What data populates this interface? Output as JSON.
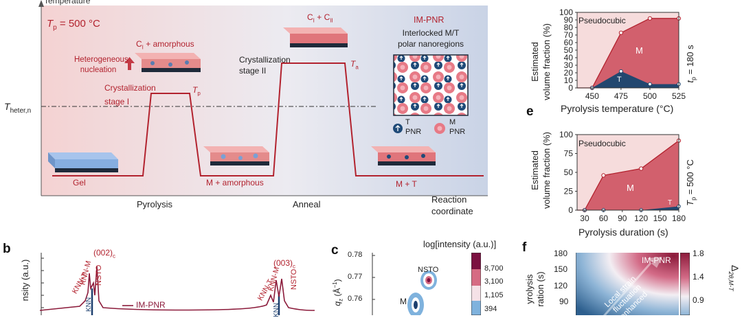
{
  "panel_a": {
    "y_axis_label": "Temperature",
    "tp_label": "T",
    "tp_sub": "p",
    "tp_value": " = 500 °C",
    "theter_main": "T",
    "theter_sub": "heter,n",
    "gel": "Gel",
    "m_amorphous": "M + amorphous",
    "m_t": "M + T",
    "ci_amorphous_pre": "C",
    "ci_amorphous_sub": "I",
    "ci_amorphous_post": " + amorphous",
    "heterogeneous_line1": "Heterogeneous",
    "heterogeneous_line2": "nucleation",
    "cryst1_line1": "Crystallization",
    "cryst1_line2": "stage I",
    "tp_marker_main": "T",
    "tp_marker_sub": "p",
    "cryst2_line1": "Crystallization",
    "cryst2_line2": "stage II",
    "ta_marker_main": "T",
    "ta_marker_sub": "a",
    "ci_cii_c1": "C",
    "ci_cii_s1": "I",
    "ci_cii_mid": " + C",
    "ci_cii_s2": "II",
    "impnr_title": "IM-PNR",
    "impnr_sub_line1": "Interlocked M/T",
    "impnr_sub_line2": "polar nanoregions",
    "legend_t_line1": "T",
    "legend_t_line2": "PNR",
    "legend_m_line1": "M",
    "legend_m_line2": "PNR",
    "x_pyrolysis": "Pyrolysis",
    "x_anneal": "Anneal",
    "x_reaction_line1": "Reaction",
    "x_reaction_line2": "coordinate",
    "colors": {
      "red": "#b2222e",
      "blue": "#1d3f6e",
      "pink": "#e06f7a"
    }
  },
  "panel_d": {
    "ylabel_line1": "Estimated",
    "ylabel_line2": "volume fraction (%)",
    "xlabel": "Pyrolysis temperature (°C)",
    "pseudocubic": "Pseudocubic",
    "m_label": "M",
    "t_label": "T",
    "side_label_main": "t",
    "side_label_sub": "p",
    "side_label_value": " = 180 s",
    "x_ticks": [
      "450",
      "475",
      "500",
      "525"
    ],
    "y_ticks": [
      "0",
      "10",
      "20",
      "30",
      "40",
      "50",
      "60",
      "70",
      "80",
      "90",
      "100"
    ]
  },
  "panel_e": {
    "letter": "e",
    "ylabel_line1": "Estimated",
    "ylabel_line2": "volume fraction (%)",
    "xlabel": "Pyrolysis duration (s)",
    "pseudocubic": "Pseudocubic",
    "m_label": "M",
    "t_label": "T",
    "side_label_main": "T",
    "side_label_sub": "p",
    "side_label_value": " = 500 °C",
    "x_ticks": [
      "30",
      "60",
      "90",
      "120",
      "150",
      "180"
    ],
    "y_ticks": [
      "0",
      "25",
      "50",
      "75",
      "100"
    ]
  },
  "panel_b": {
    "letter": "b",
    "ylabel": "nsity (a.u.)",
    "peak_002": "(002)",
    "peak_002_sub": "c",
    "peak_003": "(003)",
    "peak_003_sub": "c",
    "label_knn_t": "KNN-T",
    "label_knn_m": "KNN-M",
    "label_nsto": "NSTO",
    "label_knn": "KNN",
    "legend": "IM-PNR"
  },
  "panel_c": {
    "letter": "c",
    "ylabel_main": "q",
    "ylabel_sub": "z",
    "ylabel_unit": " (Å",
    "ylabel_exp": "−1",
    "ylabel_close": ")",
    "y_ticks": [
      "0.78",
      "0.77",
      "0.76"
    ],
    "nsto": "NSTO",
    "m": "M",
    "cbar_title": "log[intensity (a.u.)]",
    "cbar_ticks": [
      "8,700",
      "3,100",
      "1,105",
      "394"
    ]
  },
  "panel_f": {
    "letter": "f",
    "ylabel_line1": "yrolysis",
    "ylabel_line2": "ration (s)",
    "y_ticks": [
      "180",
      "150",
      "120",
      "90"
    ],
    "impnr": "IM-PNR",
    "local_line1": "Local strain",
    "local_line2": "fluctuation",
    "local_line3": "enhanced",
    "cbar_ticks": [
      "1.8",
      "1.4",
      "0.9"
    ],
    "cbar_label": "Δ",
    "cbar_label_sub": "2θ,M-T"
  },
  "chart_data": [
    {
      "type": "area",
      "panel": "d",
      "x": [
        450,
        475,
        500,
        525
      ],
      "series": [
        {
          "name": "T",
          "values": [
            0,
            22,
            5,
            5
          ]
        },
        {
          "name": "M",
          "values": [
            0,
            51,
            87,
            87
          ]
        },
        {
          "name": "Pseudocubic",
          "values": [
            100,
            27,
            8,
            8
          ]
        }
      ],
      "cumulative_boundaries": {
        "T_top": [
          0,
          22,
          5,
          5
        ],
        "M_top": [
          0,
          73,
          92,
          92
        ]
      },
      "xlabel": "Pyrolysis temperature (°C)",
      "ylabel": "Estimated volume fraction (%)",
      "xlim": [
        437,
        525
      ],
      "ylim": [
        0,
        100
      ]
    },
    {
      "type": "area",
      "panel": "e",
      "x": [
        30,
        60,
        120,
        180
      ],
      "series": [
        {
          "name": "T",
          "values": [
            0,
            0,
            0,
            5
          ]
        },
        {
          "name": "M",
          "values": [
            0,
            46,
            55,
            87
          ]
        },
        {
          "name": "Pseudocubic",
          "values": [
            100,
            54,
            45,
            8
          ]
        }
      ],
      "cumulative_boundaries": {
        "T_top": [
          0,
          0,
          0,
          5
        ],
        "M_top": [
          0,
          46,
          55,
          92
        ]
      },
      "xlabel": "Pyrolysis duration (s)",
      "ylabel": "Estimated volume fraction (%)",
      "xlim": [
        18,
        180
      ],
      "ylim": [
        0,
        100
      ]
    }
  ]
}
